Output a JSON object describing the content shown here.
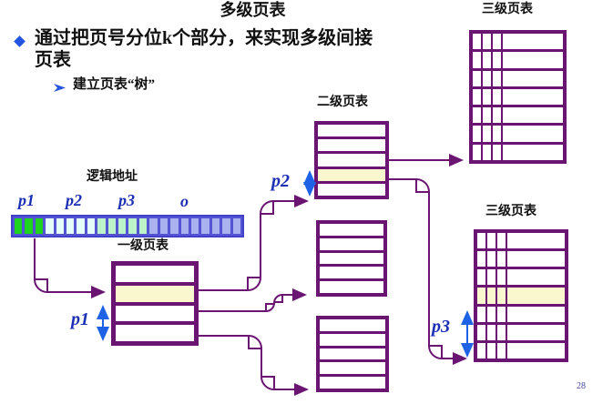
{
  "slide": {
    "title": "多级页表",
    "bullet_line1": "通过把页号分位k个部分，来实现多级间接",
    "bullet_line2": "页表",
    "sub_bullet": "建立页表“树”",
    "page_number": "28"
  },
  "labels": {
    "logical_address": "逻辑地址",
    "level1_caption": "一级页表",
    "level2_caption": "二级页表",
    "level3_top_caption": "三级页表",
    "level3_bottom_caption": "三级页表",
    "p1_field": "p1",
    "p2_field": "p2",
    "p3_field": "p3",
    "offset_field": "o",
    "p1_offset": "p1",
    "p2_offset": "p2",
    "p3_offset": "p3"
  },
  "address_bar": {
    "segments": [
      {
        "name": "p1",
        "cells": 3,
        "color": "#1ED41E"
      },
      {
        "name": "p2",
        "cells": 5,
        "color": "#E4FDF6"
      },
      {
        "name": "p3",
        "cells": 5,
        "color": "#BDF3C9"
      },
      {
        "name": "o",
        "cells": 9,
        "color": "#A9B2EE"
      }
    ]
  },
  "tables": {
    "level1": {
      "rows": 4,
      "highlighted_row": 2,
      "subcells": 0
    },
    "level2_a": {
      "rows": 5,
      "highlighted_row": 4,
      "subcells": 0
    },
    "level2_b": {
      "rows": 5,
      "highlighted_row": 0,
      "subcells": 0
    },
    "level2_c": {
      "rows": 5,
      "highlighted_row": 0,
      "subcells": 0
    },
    "level3_top": {
      "rows": 7,
      "highlighted_row": 0,
      "subcells": 3
    },
    "level3_bottom": {
      "rows": 7,
      "highlighted_row": 4,
      "subcells": 3
    }
  },
  "colors": {
    "table_border": "#6B1572",
    "highlight_row": "#FAF6CD",
    "connector_line": "#6B1572",
    "offset_arrow": "#1E63E6",
    "bullet": "#2455E0",
    "field_label": "#1B2FB5"
  }
}
